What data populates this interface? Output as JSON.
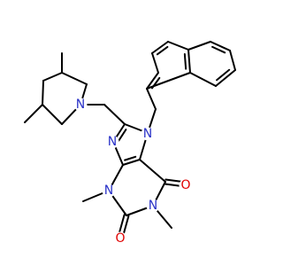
{
  "molecule": {
    "colors": {
      "background": "#ffffff",
      "bond": "#000000",
      "N": "#2a32c8",
      "O": "#e00000"
    },
    "atoms": [
      {
        "id": "pipN",
        "el": "N",
        "label": "N"
      },
      {
        "id": "N7",
        "el": "N",
        "label": "N"
      },
      {
        "id": "N9",
        "el": "N",
        "label": "N"
      },
      {
        "id": "N3",
        "el": "N",
        "label": "N"
      },
      {
        "id": "N1",
        "el": "N",
        "label": "N"
      },
      {
        "id": "O6",
        "el": "O",
        "label": "O"
      },
      {
        "id": "O2",
        "el": "O",
        "label": "O"
      }
    ]
  }
}
